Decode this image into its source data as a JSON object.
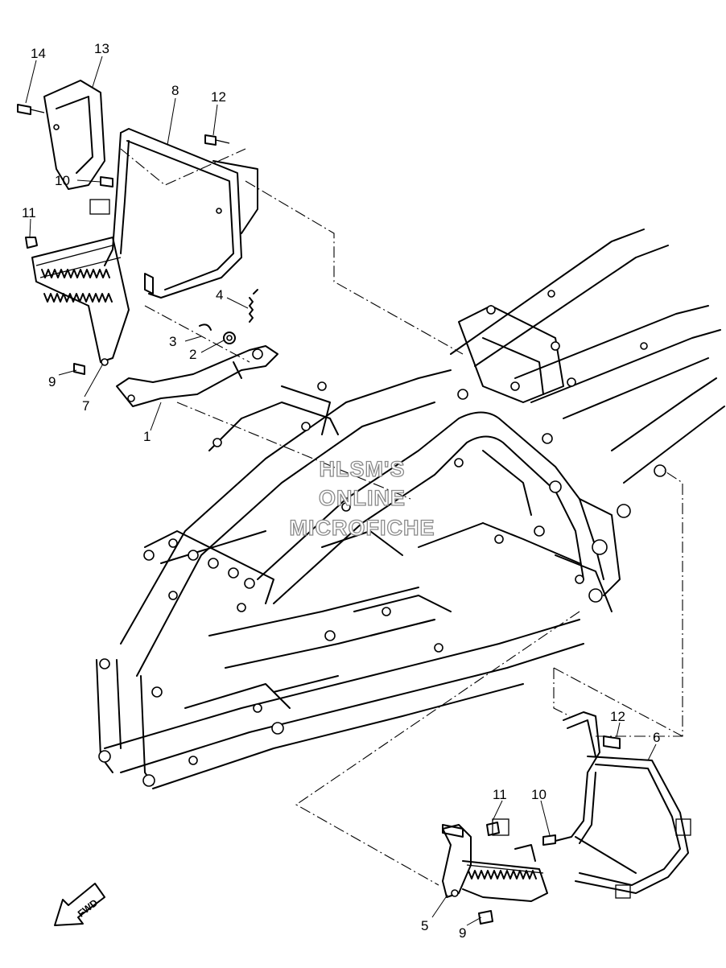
{
  "diagram": {
    "part_numbers": [
      "14",
      "13",
      "8",
      "12",
      "10",
      "11",
      "4",
      "3",
      "2",
      "9",
      "7",
      "1",
      "12",
      "6",
      "11",
      "10",
      "5",
      "9"
    ],
    "watermark": {
      "line1": "HLSM'S",
      "line2": "ONLINE",
      "line3": "MICROFICHE"
    },
    "fwd_label": "FWD"
  }
}
